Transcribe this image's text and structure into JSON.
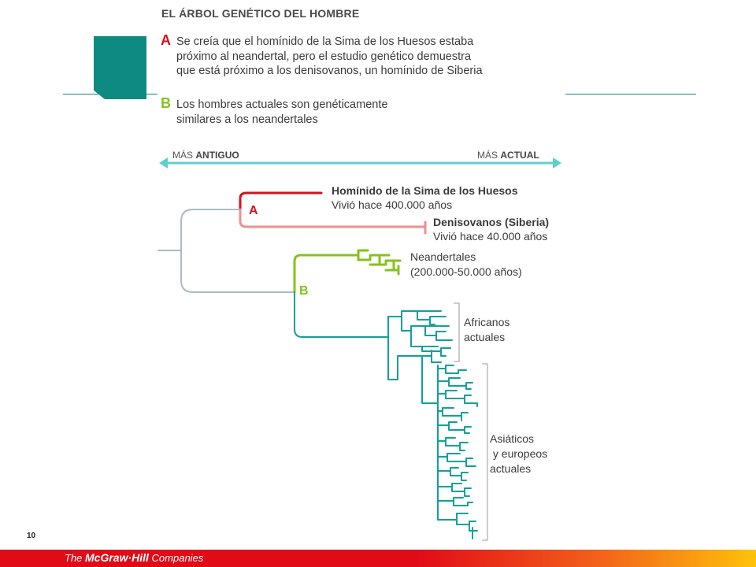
{
  "page": {
    "title": "EL ÁRBOL GENÉTICO DEL HOMBRE",
    "page_number": "10"
  },
  "notes": [
    {
      "letter": "A",
      "lines": [
        "Se creía que el homínido de la Sima de los Huesos estaba",
        "próximo al neandertal, pero el estudio genético demuestra",
        "que está próximo a los denisovanos, un homínido de Siberia"
      ]
    },
    {
      "letter": "B",
      "lines": [
        "Los hombres actuales son genéticamente",
        "similares a los neandertales"
      ]
    }
  ],
  "timeline": {
    "left_prefix": "MÁS",
    "left_strong": "ANTIGUO",
    "right_prefix": "MÁS",
    "right_strong": "ACTUAL"
  },
  "tree": {
    "node_a": "A",
    "node_b": "B",
    "sima_name": "Homínido de la Sima de los Huesos",
    "sima_age": "Vivió hace 400.000 años",
    "deniso_name": "Denisovanos (Siberia)",
    "deniso_age": "Vivió hace 40.000 años",
    "neander_name": "Neandertales",
    "neander_age": "(200.000-50.000 años)",
    "africanos_1": "Africanos",
    "africanos_2": "actuales",
    "asiaticos_1": "Asiáticos",
    "asiaticos_2": " y europeos",
    "asiaticos_3": "actuales"
  },
  "footer": {
    "prefix": "The ",
    "brand": "McGraw·Hill",
    "suffix": " Companies"
  },
  "colors": {
    "teal": "#0f8a83",
    "group_a_dark": "#d4121e",
    "group_a_light": "#ef8f8f",
    "group_b": "#86c21c",
    "modern": "#10a198",
    "root": "#a8bcc4",
    "timeline": "#5ecfcb"
  }
}
